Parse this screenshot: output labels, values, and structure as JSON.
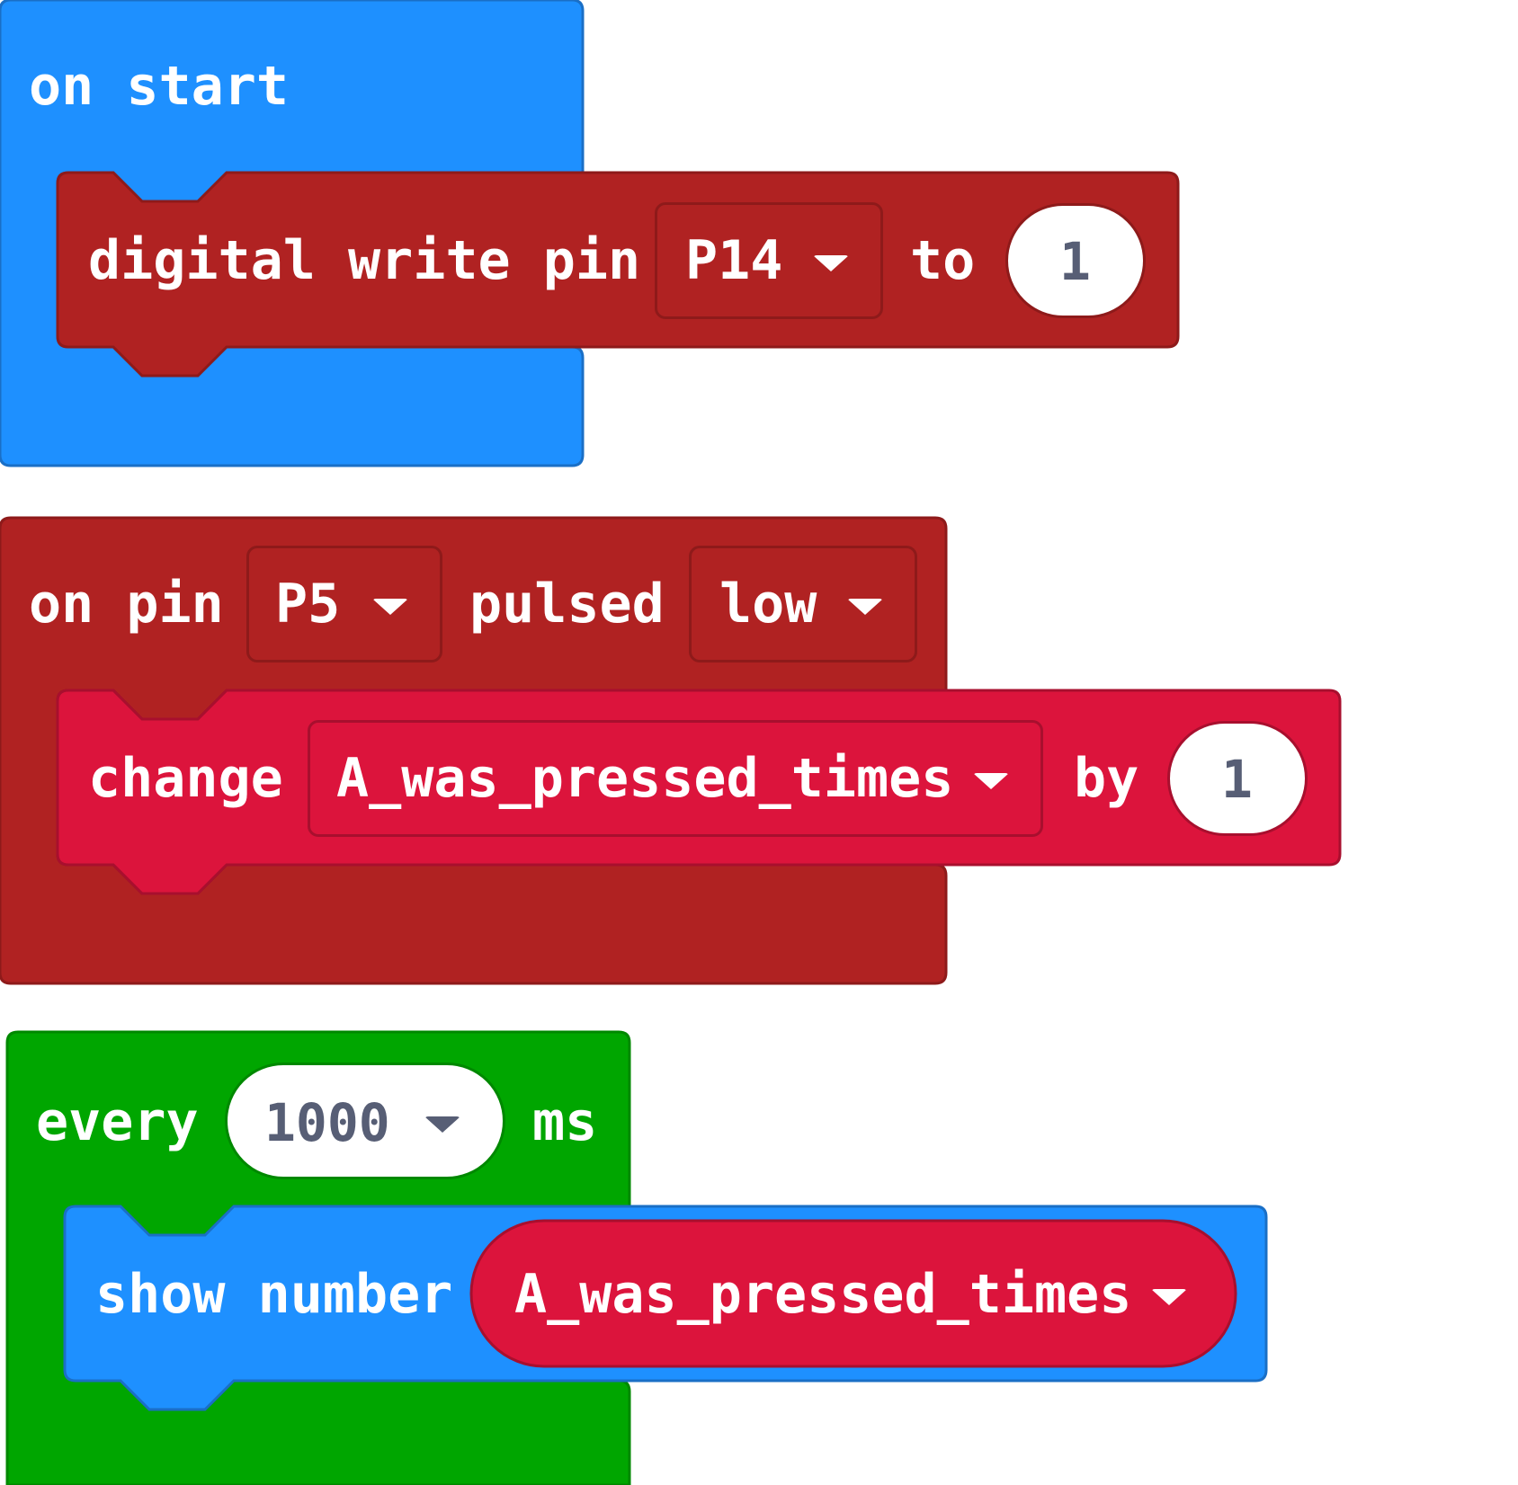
{
  "blocks": {
    "on_start": {
      "label": "on start",
      "color": "#1e90ff",
      "child": {
        "prefix": "digital write pin",
        "pin": "P14",
        "to_label": "to",
        "value": "1",
        "color": "#b02222"
      }
    },
    "on_pin_pulsed": {
      "on_pin_label": "on pin",
      "pin": "P5",
      "pulsed_label": "pulsed",
      "level": "low",
      "color": "#b02222",
      "child": {
        "prefix": "change",
        "variable": "A_was_pressed_times",
        "by_label": "by",
        "value": "1",
        "color": "#dc143c"
      }
    },
    "every": {
      "label": "every",
      "interval": "1000",
      "unit": "ms",
      "color": "#00a600",
      "child": {
        "prefix": "show number",
        "variable": "A_was_pressed_times",
        "color": "#1e90ff",
        "variable_color": "#dc143c"
      }
    }
  }
}
